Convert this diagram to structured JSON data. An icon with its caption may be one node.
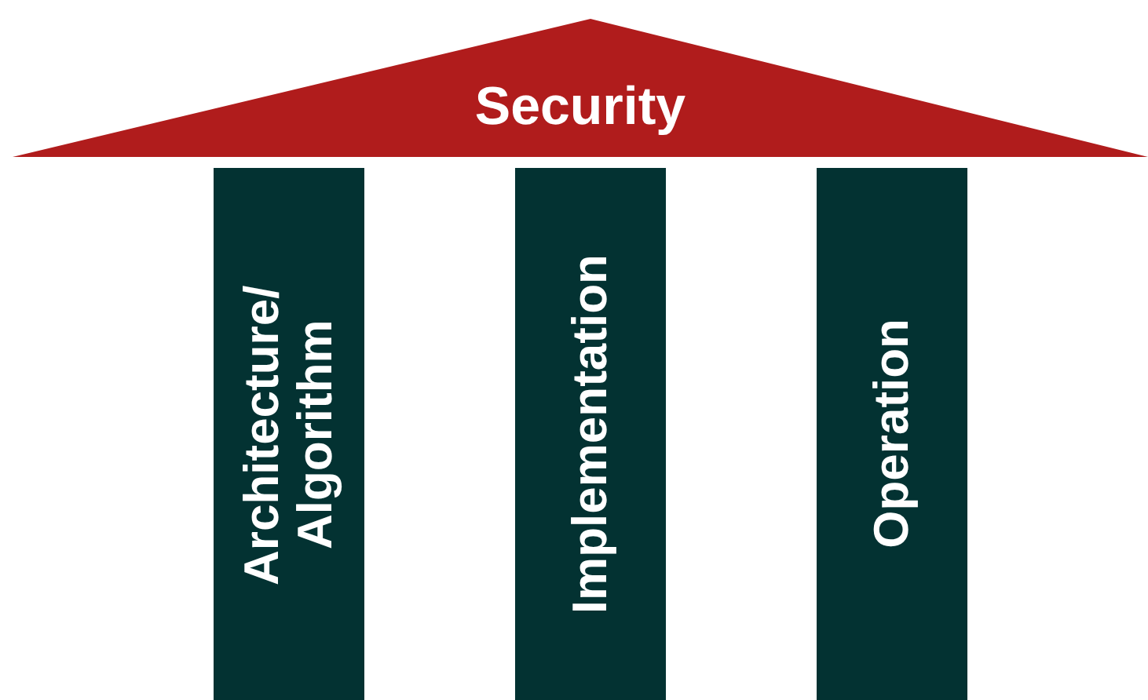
{
  "diagram": {
    "nodes": [
      {
        "text": [
          "Security"
        ]
      },
      {
        "text": [
          "Architecture/ Algorithm"
        ]
      },
      {
        "text": [
          "Implementation"
        ]
      },
      {
        "text": [
          "Operation"
        ]
      }
    ]
  }
}
